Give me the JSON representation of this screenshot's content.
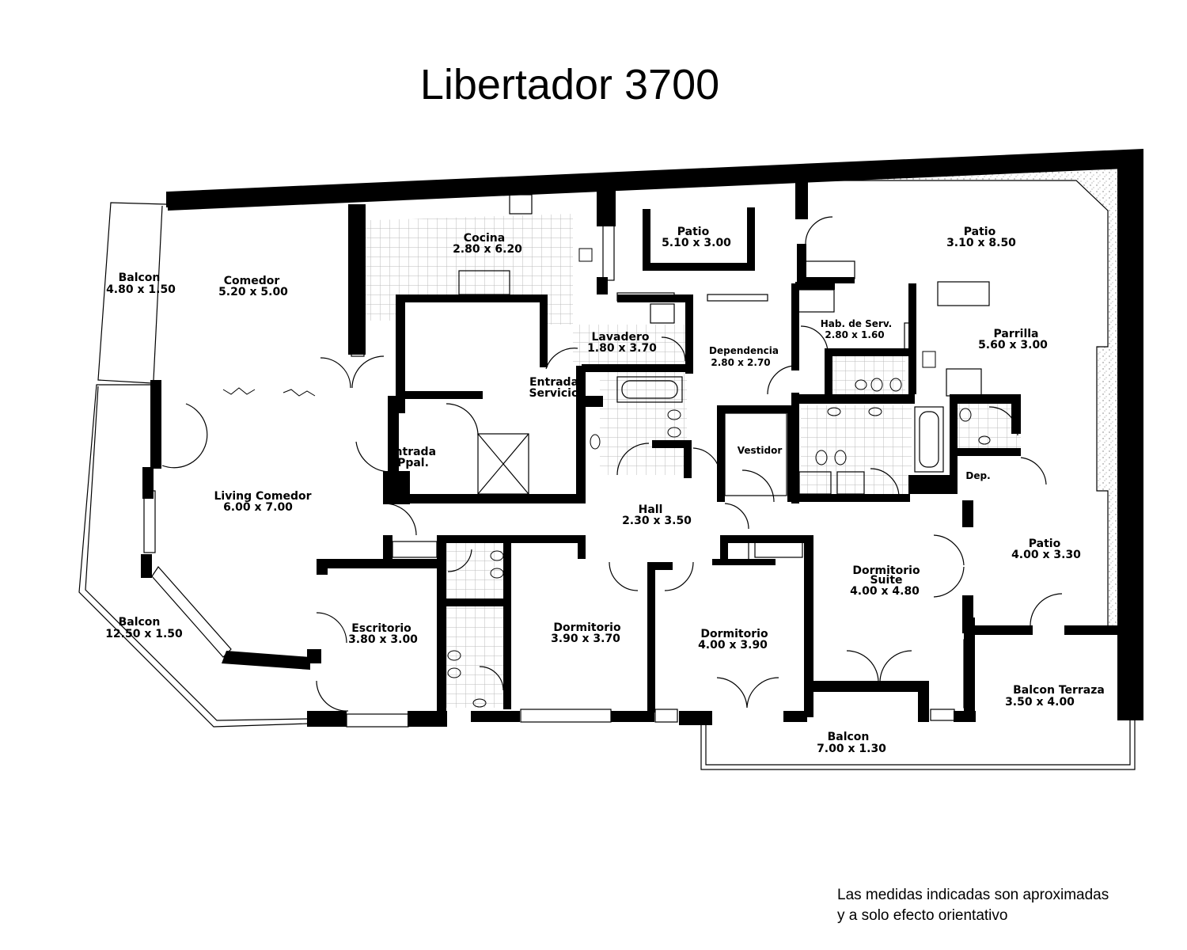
{
  "title": "Libertador 3700",
  "disclaimer": {
    "line1": "Las medidas indicadas son aproximadas",
    "line2": "y a solo efecto orientativo"
  },
  "rooms": [
    {
      "name": "Balcon",
      "dims": "4.80 x 1.50"
    },
    {
      "name": "Comedor",
      "dims": "5.20 x 5.00"
    },
    {
      "name": "Cocina",
      "dims": "2.80 x 6.20"
    },
    {
      "name": "Patio",
      "dims": "5.10 x 3.00"
    },
    {
      "name": "Patio",
      "dims": "3.10 x 8.50"
    },
    {
      "name": "Lavadero",
      "dims": "1.80 x 3.70"
    },
    {
      "name": "Dependencia",
      "dims": "2.80 x 2.70"
    },
    {
      "name": "Hab. de Serv.",
      "dims": "2.80 x 1.60"
    },
    {
      "name": "Parrilla",
      "dims": "5.60 x 3.00"
    },
    {
      "name": "Entrada",
      "dims": "Servicio"
    },
    {
      "name": "Entrada",
      "dims": "Ppal."
    },
    {
      "name": "Vestidor",
      "dims": ""
    },
    {
      "name": "Dep.",
      "dims": ""
    },
    {
      "name": "Living Comedor",
      "dims": "6.00 x 7.00"
    },
    {
      "name": "Hall",
      "dims": "2.30 x 3.50"
    },
    {
      "name": "Patio",
      "dims": "4.00 x 3.30"
    },
    {
      "name": "Dormitorio",
      "sub": "Suite",
      "dims": "4.00 x 4.80"
    },
    {
      "name": "Balcon",
      "dims": "12.50 x 1.50"
    },
    {
      "name": "Escritorio",
      "dims": "3.80 x 3.00"
    },
    {
      "name": "Dormitorio",
      "dims": "3.90 x 3.70"
    },
    {
      "name": "Dormitorio",
      "dims": "4.00 x 3.90"
    },
    {
      "name": "Balcon Terraza",
      "dims": "3.50 x 4.00"
    },
    {
      "name": "Balcon",
      "dims": "7.00 x 1.30"
    }
  ]
}
